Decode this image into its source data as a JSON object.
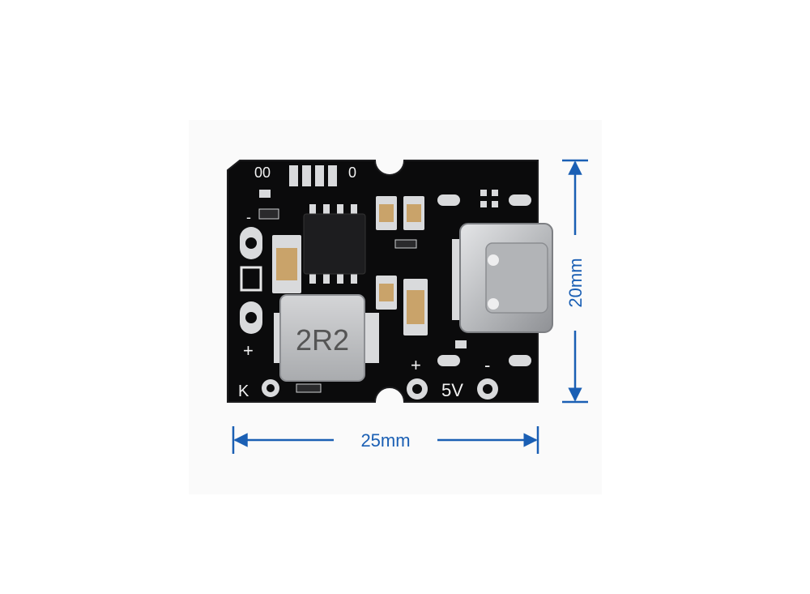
{
  "board": {
    "silk_top_left": "00",
    "silk_top_right": "0",
    "silk_minus_left": "-",
    "silk_plus_left": "+",
    "silk_k": "K",
    "silk_plus_right": "+",
    "silk_5v": "5V",
    "silk_minus_right": "-",
    "inductor_marking": "2R2"
  },
  "dimensions": {
    "width_label": "25mm",
    "height_label": "20mm",
    "color": "#1a5fb4"
  },
  "colors": {
    "pcb": "#0b0b0c",
    "pad": "#d9dadc",
    "inductor_face": "#bfc0c2",
    "usb_shell": "#c8cacd",
    "capacitor": "#c9a36a"
  }
}
